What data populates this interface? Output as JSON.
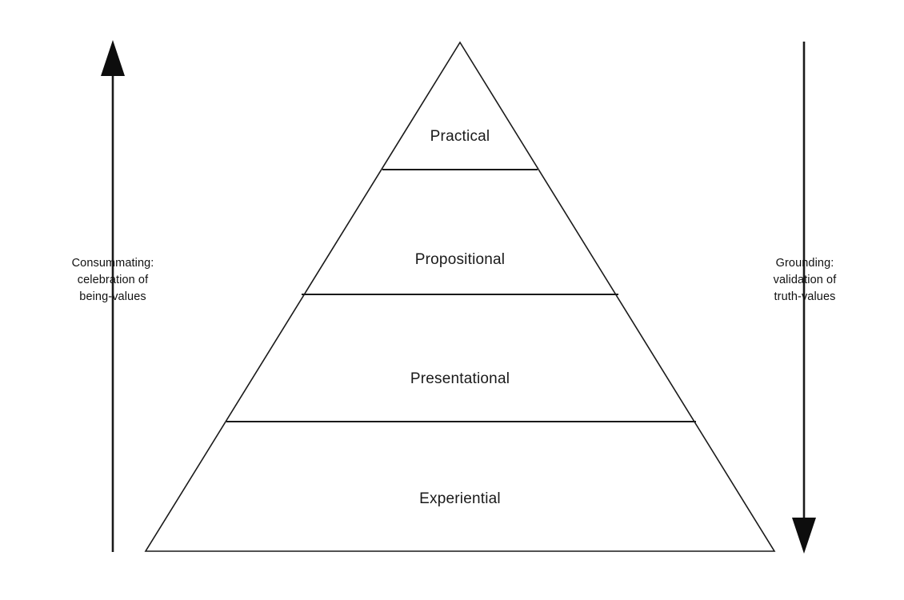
{
  "diagram": {
    "title": "Four-tier knowledge pyramid",
    "type": "pyramid",
    "background_color": "#ffffff",
    "stroke_color": "#1a1a1a",
    "tiers": [
      {
        "id": "practical",
        "label": "Practical",
        "order": 1,
        "position": "apex"
      },
      {
        "id": "propositional",
        "label": "Propositional",
        "order": 2,
        "position": "upper-middle"
      },
      {
        "id": "presentational",
        "label": "Presentational",
        "order": 3,
        "position": "lower-middle"
      },
      {
        "id": "experiential",
        "label": "Experiential",
        "order": 4,
        "position": "base"
      }
    ],
    "left_annotation": {
      "direction": "up",
      "arrow_name": "upward-arrow",
      "lines": [
        "Consummating:",
        "celebration of",
        "being-values"
      ]
    },
    "right_annotation": {
      "direction": "down",
      "arrow_name": "downward-arrow",
      "lines": [
        "Grounding:",
        "validation of",
        "truth-values"
      ]
    }
  }
}
